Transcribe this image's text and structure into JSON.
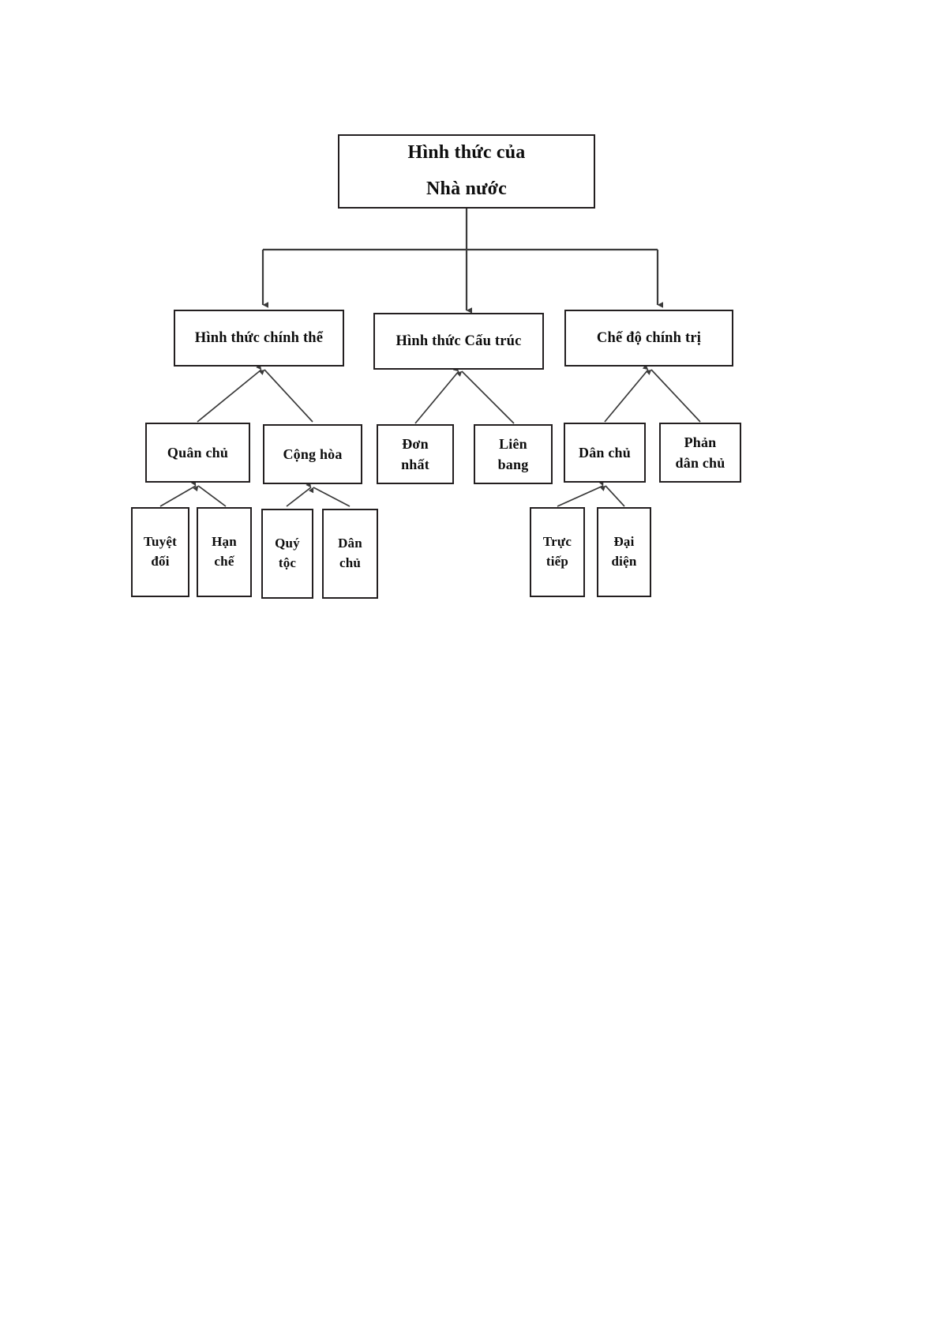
{
  "document": {
    "page_background": "#ffffff",
    "line_color": "#3a3a3a",
    "box_border_color": "#231f20",
    "text_color": "#0d0d0d"
  },
  "diagram": {
    "type": "tree",
    "title": "Hình thức của Nhà nước",
    "root": {
      "id": "root",
      "label": "Hình thức của\nNhà nước"
    },
    "level2": [
      {
        "id": "chinh-the",
        "label": "Hình thức chính thể"
      },
      {
        "id": "cau-truc",
        "label": "Hình thức Cấu trúc"
      },
      {
        "id": "che-do-chinh-tri",
        "label": "Chế độ chính trị"
      }
    ],
    "level3": [
      {
        "id": "quan-chu",
        "label": "Quân chủ",
        "parent": "chinh-the"
      },
      {
        "id": "cong-hoa",
        "label": "Cộng hòa",
        "parent": "chinh-the"
      },
      {
        "id": "don-nhat",
        "label": "Đơn\nnhất",
        "parent": "cau-truc"
      },
      {
        "id": "lien-bang",
        "label": "Liên\nbang",
        "parent": "cau-truc"
      },
      {
        "id": "dan-chu",
        "label": "Dân chủ",
        "parent": "che-do-chinh-tri"
      },
      {
        "id": "phan-dan-chu",
        "label": "Phản\ndân chủ",
        "parent": "che-do-chinh-tri"
      }
    ],
    "level4": [
      {
        "id": "tuyet-doi",
        "label": "Tuyệt\nđối",
        "parent": "quan-chu"
      },
      {
        "id": "han-che",
        "label": "Hạn\nchế",
        "parent": "quan-chu"
      },
      {
        "id": "quy-toc",
        "label": "Quý\ntộc",
        "parent": "cong-hoa"
      },
      {
        "id": "dan-chu-ch",
        "label": "Dân\nchủ",
        "parent": "cong-hoa"
      },
      {
        "id": "truc-tiep",
        "label": "Trực\ntiếp",
        "parent": "dan-chu"
      },
      {
        "id": "dai-dien",
        "label": "Đại\ndiện",
        "parent": "dan-chu"
      }
    ]
  }
}
